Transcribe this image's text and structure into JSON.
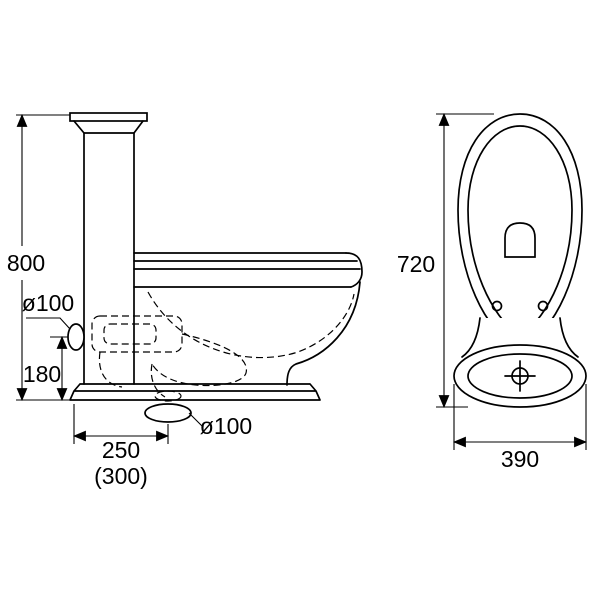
{
  "colors": {
    "background": "#ffffff",
    "line": "#000000"
  },
  "side_view": {
    "dim_overall_height": "800",
    "dim_side_outlet_diameter": "ø100",
    "dim_side_outlet_height": "180",
    "dim_outlet_setout": "250",
    "dim_outlet_setout_alt": "(300)",
    "dim_floor_outlet_diameter": "ø100"
  },
  "front_view": {
    "dim_height": "720",
    "dim_base_width": "390"
  }
}
